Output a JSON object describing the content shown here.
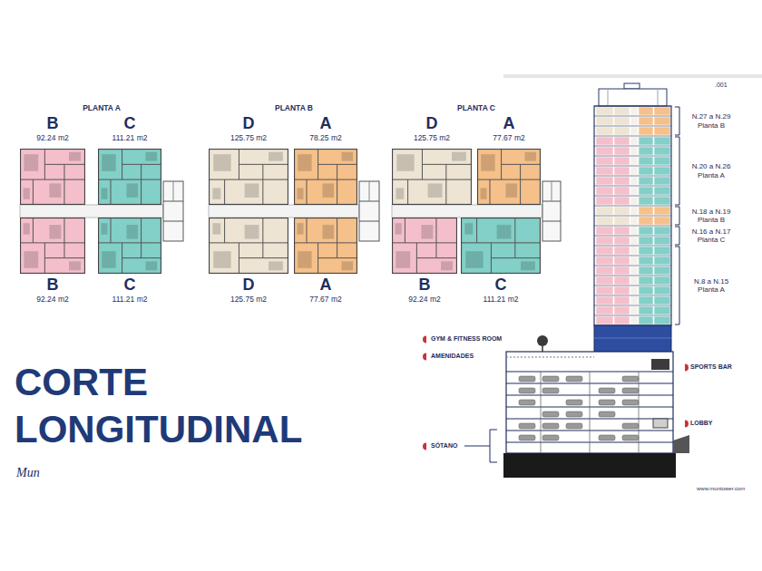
{
  "diagram": {
    "title": "CORTE LONGITUDINAL",
    "nodes": [
      {
        "text": [
          "PLANTA A"
        ]
      },
      {
        "text": [
          "B",
          "92.24 m2"
        ],
        "in": 0
      },
      {
        "text": [
          "C",
          "111.21 m2"
        ],
        "in": 0
      },
      {
        "text": [
          "B",
          "92.24 m2"
        ],
        "in": 0
      },
      {
        "text": [
          "C",
          "111.21 m2"
        ],
        "in": 0
      },
      {
        "text": [
          "PLANTA B"
        ]
      },
      {
        "text": [
          "D",
          "125.75 m2"
        ],
        "in": 5
      },
      {
        "text": [
          "A",
          "78.25 m2"
        ],
        "in": 5
      },
      {
        "text": [
          "D",
          "125.75 m2"
        ],
        "in": 5
      },
      {
        "text": [
          "A",
          "77.67 m2"
        ],
        "in": 5
      },
      {
        "text": [
          "PLANTA C"
        ]
      },
      {
        "text": [
          "D",
          "125.75 m2"
        ],
        "in": 10
      },
      {
        "text": [
          "A",
          "77.67 m2"
        ],
        "in": 10
      },
      {
        "text": [
          "B",
          "92.24 m2"
        ],
        "in": 10
      },
      {
        "text": [
          "C",
          "111.21 m2"
        ],
        "in": 10
      }
    ],
    "labels": [
      ".001",
      "N.27 a N.29 Planta B",
      "N.20 a N.26 Planta A",
      "N.18 a N.19 Planta B",
      "N.16 a N.17 Planta C",
      "N.8 a N.15 Planta A",
      "GYM & FITNESS ROOM",
      "AMENIDADES",
      "SPORTS BAR",
      "LOBBY",
      "SÓTANO",
      "Mun",
      "www.muntower.com"
    ]
  }
}
